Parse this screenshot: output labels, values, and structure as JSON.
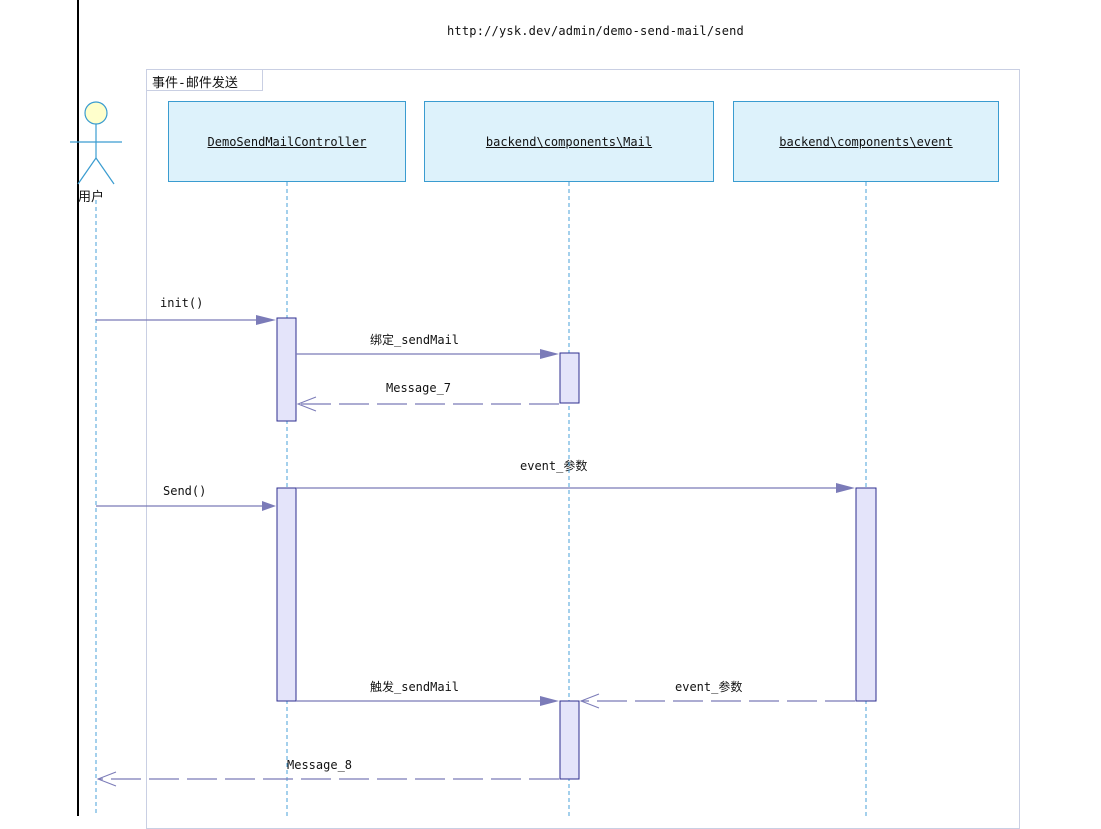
{
  "url": "http://ysk.dev/admin/demo-send-mail/send",
  "frame_title": "事件-邮件发送",
  "actor": {
    "label": "用户"
  },
  "lifelines": [
    {
      "id": "controller",
      "label": "DemoSendMailController"
    },
    {
      "id": "mail",
      "label": "backend\\components\\Mail"
    },
    {
      "id": "event",
      "label": "backend\\components\\event"
    }
  ],
  "messages": [
    {
      "id": "init",
      "label": "init()",
      "from": "actor",
      "to": "controller",
      "kind": "call"
    },
    {
      "id": "bind",
      "label": "绑定_sendMail",
      "from": "controller",
      "to": "mail",
      "kind": "call"
    },
    {
      "id": "message7",
      "label": "Message_7",
      "from": "mail",
      "to": "controller",
      "kind": "return"
    },
    {
      "id": "event-call",
      "label": "event_参数",
      "from": "controller",
      "to": "event",
      "kind": "call"
    },
    {
      "id": "send",
      "label": "Send()",
      "from": "actor",
      "to": "controller",
      "kind": "call"
    },
    {
      "id": "trigger",
      "label": "触发_sendMail",
      "from": "controller",
      "to": "mail",
      "kind": "call"
    },
    {
      "id": "event-return",
      "label": "event_参数",
      "from": "event",
      "to": "mail",
      "kind": "return"
    },
    {
      "id": "message8",
      "label": "Message_8",
      "from": "mail",
      "to": "actor",
      "kind": "return"
    }
  ],
  "colors": {
    "lifeline_fill": "#ddf2fb",
    "lifeline_border": "#3a9cd0",
    "activation_fill": "#e4e4fa",
    "activation_border": "#2e2e8f",
    "message_line": "#7b7bb8",
    "actor_head": "#ffffcc",
    "actor_stroke": "#3a9cd0"
  }
}
